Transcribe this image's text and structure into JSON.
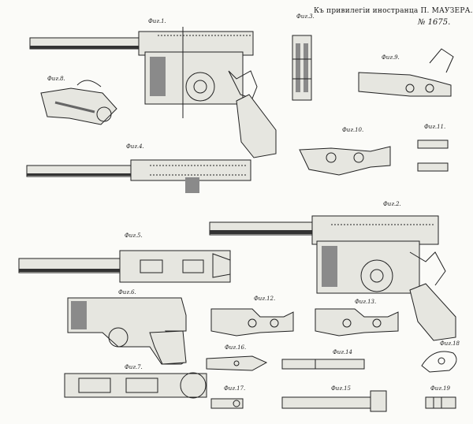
{
  "document": {
    "header": "Къ привилегiи иностранца П. МАУЗЕРА.",
    "number": "№ 1675.",
    "ink_color": "#1a1a1a",
    "paper_color": "#fbfbf8"
  },
  "figures": {
    "fig1": "Фиг.1.",
    "fig2": "Фиг.2.",
    "fig3": "Фиг.3.",
    "fig4": "Фиг.4.",
    "fig5": "Фиг.5.",
    "fig6": "Фиг.6.",
    "fig7": "Фиг.7.",
    "fig8": "Фиг.8.",
    "fig9": "Фиг.9.",
    "fig10": "Фиг.10.",
    "fig11": "Фиг.11.",
    "fig12": "Фиг.12.",
    "fig13": "Фиг.13.",
    "fig14": "Фиг.14",
    "fig15": "Фиг.15",
    "fig16": "Фиг.16.",
    "fig17": "Фиг.17.",
    "fig18": "Фиг.18",
    "fig19": "Фиг.19"
  }
}
